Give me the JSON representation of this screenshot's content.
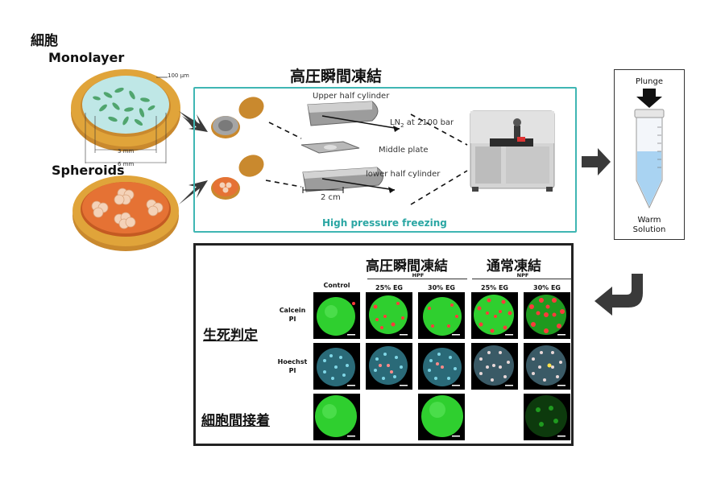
{
  "cells_label": "細胞",
  "monolayer_label": "Monolayer",
  "spheroids_label": "Spheroids",
  "scale_100um": "100 μm",
  "scale_3mm": "3 mm",
  "scale_6mm": "6 mm",
  "hpf_title": "高圧瞬間凍結",
  "hpf": {
    "upper_half": "Upper half cylinder",
    "ln2_prefix": "LN",
    "ln2_sub": "2",
    "ln2_suffix": " at 2100 bar",
    "middle_plate": "Middle plate",
    "lower_half": "lower half cylinder",
    "scale_2cm": "2 cm",
    "caption": "High pressure freezing"
  },
  "plunge": {
    "title": "Plunge",
    "warm_line1": "Warm",
    "warm_line2": "Solution"
  },
  "results": {
    "col_group_hpf_jp": "高圧瞬間凍結",
    "col_group_npf_jp": "通常凍結",
    "col_group_hpf": "HPF",
    "col_group_npf": "NPF",
    "col_control": "Control",
    "col_25_hpf": "25% EG",
    "col_30_hpf": "30% EG",
    "col_25_npf": "25% EG",
    "col_30_npf": "30% EG",
    "row1_line1": "Calcein",
    "row1_line2": "PI",
    "row2_line1": "Hoechst",
    "row2_line2": "PI",
    "viability_jp": "生死判定",
    "adhesion_jp": "細胞間接着"
  },
  "colors": {
    "teal_border": "#3fb6b3",
    "teal_text": "#2aa6a3",
    "plate_gold": "#e0a43a",
    "monolayer_fill": "#bfe7e6",
    "spheroid_fill": "#e57234",
    "arrow_dark": "#3a3a3a",
    "calcein_green": "#2fcf2f",
    "pi_red": "#ff3b3b",
    "hoechst_cyan": "#7fd6e6"
  }
}
